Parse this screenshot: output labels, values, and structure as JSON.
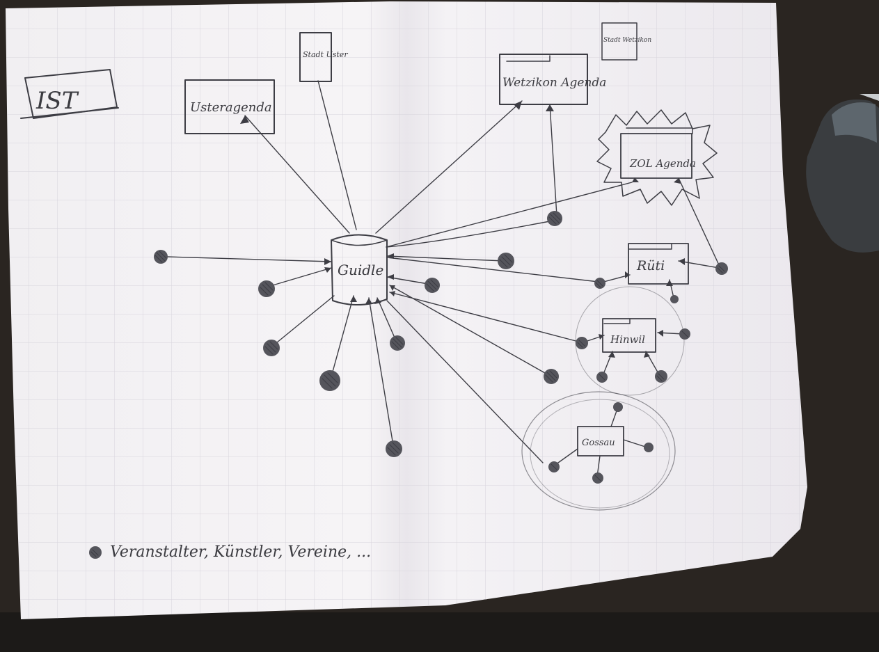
{
  "diagram": {
    "title": "IST",
    "hub": "Guidle",
    "boxes": [
      {
        "id": "usteragenda",
        "label": "Usteragenda"
      },
      {
        "id": "stadt-uster",
        "label": "Stadt Uster"
      },
      {
        "id": "wetzikon-agenda",
        "label": "Wetzikon Agenda"
      },
      {
        "id": "stadt-wetzikon",
        "label": "Stadt Wetzikon"
      },
      {
        "id": "zol-agenda",
        "label": "ZOL Agenda"
      },
      {
        "id": "rueti",
        "label": "Rüti"
      },
      {
        "id": "hinwil",
        "label": "Hinwil"
      },
      {
        "id": "gossau",
        "label": "Gossau"
      }
    ],
    "legend": {
      "symbol": "hatched-circle",
      "text": "Veranstalter, Künstler, Vereine, ..."
    }
  },
  "colors": {
    "paper": "#f3f1f4",
    "grid": "#d9d6de",
    "ink": "#3d3d44",
    "desk": "#26221e"
  },
  "icons": {
    "node": "hatched-circle-icon",
    "mouse": "computer-mouse-icon"
  }
}
